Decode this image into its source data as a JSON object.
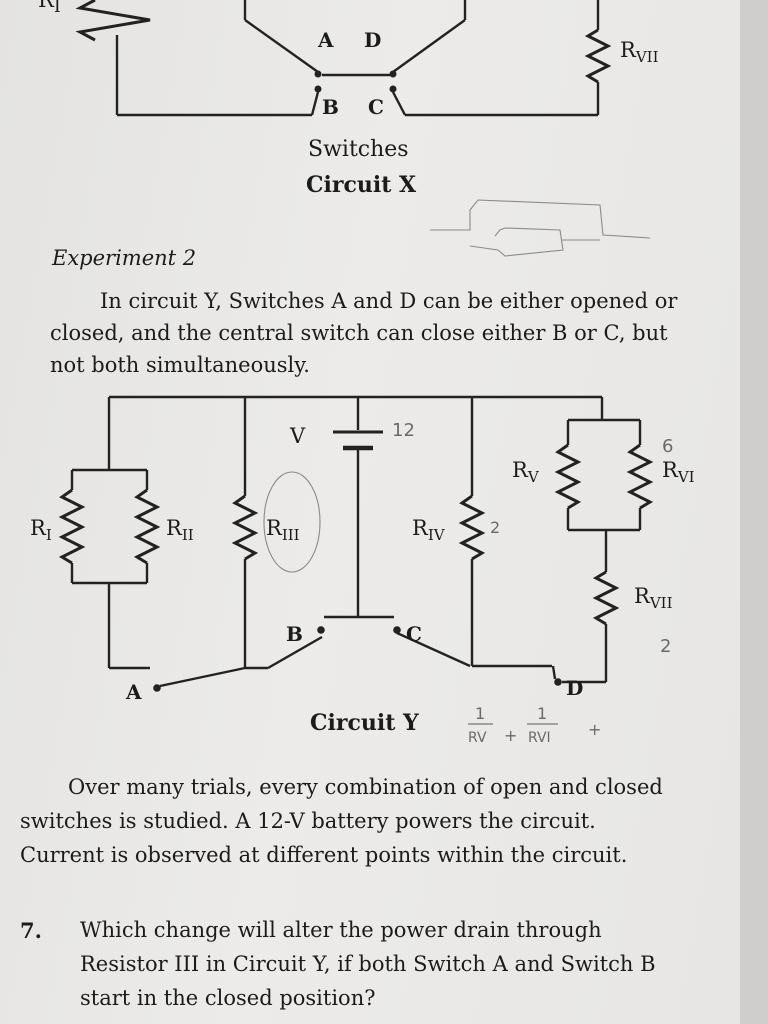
{
  "circuit_x": {
    "resistor_r1": "R",
    "resistor_r1_sub": "I",
    "resistor_r7": "R",
    "resistor_r7_sub": "VII",
    "switch_a": "A",
    "switch_d": "D",
    "switch_b": "B",
    "switch_c": "C",
    "switches_caption": "Switches",
    "title": "Circuit X"
  },
  "experiment": {
    "heading": "Experiment 2",
    "paragraph_lines": [
      "In circuit Y, Switches A and D can be either opened or",
      "closed, and the central switch can close either B or C, but",
      "not both simultaneously."
    ]
  },
  "circuit_y": {
    "battery_label": "V",
    "resistors": [
      {
        "id": "r1",
        "main": "R",
        "sub": "I"
      },
      {
        "id": "r2",
        "main": "R",
        "sub": "II"
      },
      {
        "id": "r3",
        "main": "R",
        "sub": "III"
      },
      {
        "id": "r4",
        "main": "R",
        "sub": "IV"
      },
      {
        "id": "r5",
        "main": "R",
        "sub": "V"
      },
      {
        "id": "r6",
        "main": "R",
        "sub": "VI"
      },
      {
        "id": "r7",
        "main": "R",
        "sub": "VII"
      }
    ],
    "switch_a": "A",
    "switch_b": "B",
    "switch_c": "C",
    "switch_d": "D",
    "title": "Circuit Y"
  },
  "handwriting": {
    "battery_note": "12",
    "r4_note": "2",
    "r6_note": "6",
    "r7_note": "2",
    "formula_one_a": "1",
    "formula_den_a": "RV",
    "formula_plus_a": "+",
    "formula_one_b": "1",
    "formula_den_b": "RVI",
    "formula_plus_b": "+"
  },
  "description": {
    "lines": [
      "Over many trials, every combination of open and closed",
      "switches is studied. A 12-V battery powers the circuit.",
      "Current is observed at different points within the circuit."
    ]
  },
  "question": {
    "number": "7.",
    "lines": [
      "Which change will alter the power drain through",
      "Resistor III in Circuit Y, if both Switch A and Switch B",
      "start in the closed position?"
    ]
  }
}
